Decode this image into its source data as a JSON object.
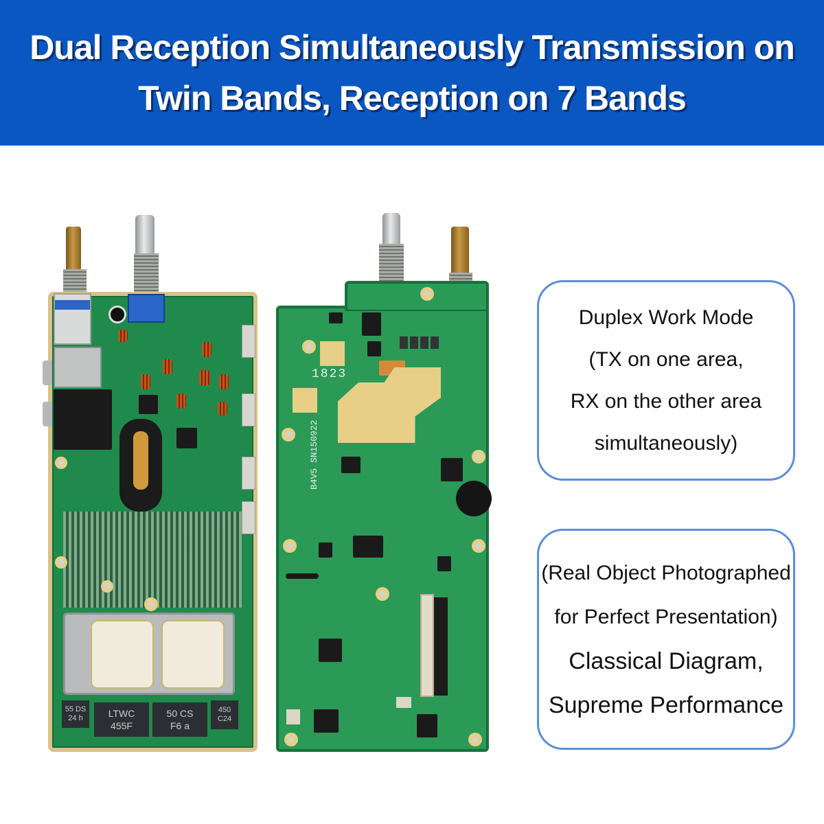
{
  "header": {
    "title_line1": "Dual Reception Simultaneously Transmission on",
    "title_line2": "Twin Bands, Reception on 7 Bands",
    "background_color": "#0a57c2",
    "text_color": "#ffffff"
  },
  "info_boxes": [
    {
      "lines": [
        "Duplex Work Mode",
        "(TX on one area,",
        "RX on the other area",
        "simultaneously)"
      ],
      "border_color": "#5a8fd6"
    },
    {
      "lines": [
        "(Real Object Photographed",
        "for Perfect Presentation)",
        "Classical Diagram,",
        "Supreme Performance"
      ],
      "border_color": "#5a8fd6"
    }
  ],
  "images": {
    "left_board": {
      "description": "PCB front side with two knobs, shielded IF can and filters",
      "component_labels": {
        "filter_1": [
          "55 DS",
          "24 h"
        ],
        "filter_2": [
          "LTWC",
          "455F"
        ],
        "filter_3": [
          "50   CS",
          "F6    a"
        ],
        "filter_4": [
          "450",
          "C24"
        ]
      }
    },
    "right_board": {
      "description": "PCB back side with connector, buzzer and gold RF pad",
      "silkscreen": {
        "date_code": "1823",
        "serial": "B4V5  SN150922"
      }
    }
  }
}
